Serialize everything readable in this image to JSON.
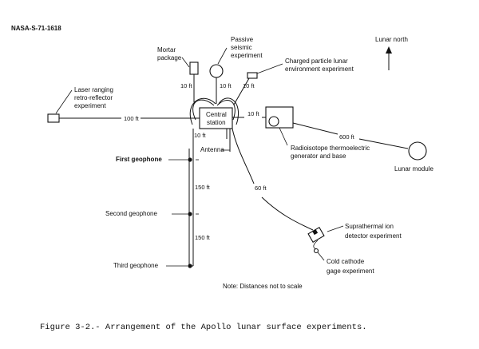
{
  "figure_id": "NASA-S-71-1618",
  "compass": {
    "label": "Lunar north"
  },
  "labels": {
    "mortar": [
      "Mortar",
      "package"
    ],
    "passive_seismic": [
      "Passive",
      "seismic",
      "experiment"
    ],
    "charged_particle": [
      "Charged particle lunar",
      "environment experiment"
    ],
    "laser": [
      "Laser ranging",
      "retro-reflector",
      "experiment"
    ],
    "central_station": [
      "Central",
      "station"
    ],
    "antenna": "Antenna",
    "rtg": [
      "Radioisotope thermoelectric",
      "generator and base"
    ],
    "lunar_module": "Lunar module",
    "first_geophone": "First geophone",
    "second_geophone": "Second geophone",
    "third_geophone": "Third geophone",
    "suprathermal": [
      "Suprathermal ion",
      "detector experiment"
    ],
    "cold_cathode": [
      "Cold cathode",
      "gage experiment"
    ]
  },
  "distances": {
    "laser": "100 ft",
    "mortar": "10 ft",
    "passive": "10 ft",
    "charged": "10 ft",
    "rtg": "10 ft",
    "lm": "600 ft",
    "geophone_feed": "10 ft",
    "geophone_1_2": "150 ft",
    "geophone_2_3": "150 ft",
    "suprathermal": "60 ft"
  },
  "note": "Note: Distances not to scale",
  "caption": "Figure 3-2.- Arrangement of the Apollo lunar surface experiments."
}
